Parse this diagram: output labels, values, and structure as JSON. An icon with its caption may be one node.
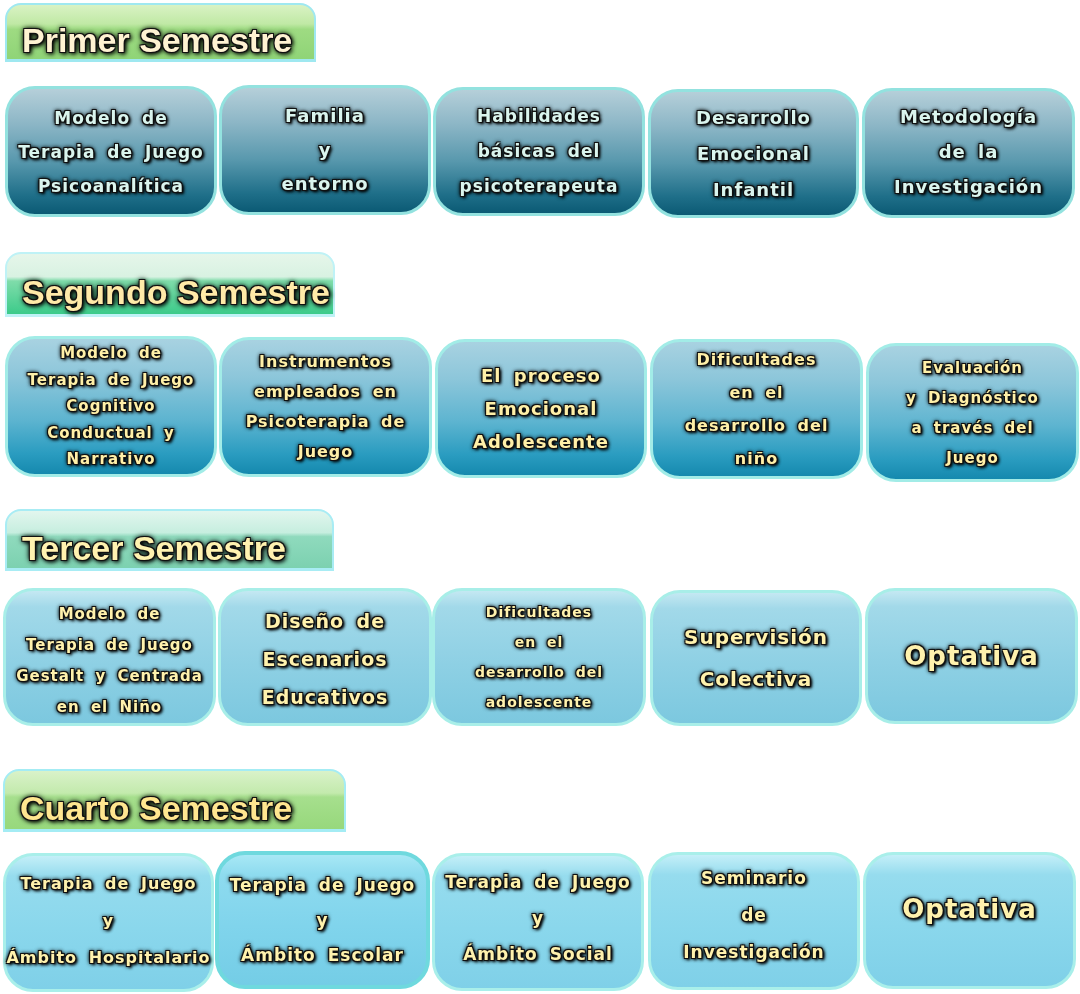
{
  "diagram": {
    "nodes": [
      {
        "text": [
          "Primer Semestre"
        ]
      },
      {
        "text": [
          "Modelo de Terapia de Juego Psicoanalítica"
        ]
      },
      {
        "text": [
          "Familia y entorno"
        ]
      },
      {
        "text": [
          "Habilidades básicas del psicoterapeuta"
        ]
      },
      {
        "text": [
          "Desarrollo Emocional Infantil"
        ]
      },
      {
        "text": [
          "Metodología de la Investigación"
        ]
      },
      {
        "text": [
          "Segundo Semestre"
        ]
      },
      {
        "text": [
          "Modelo de Terapia de Juego Cognitivo Conductual y Narrativo"
        ]
      },
      {
        "text": [
          "Instrumentos empleados en Psicoterapia de Juego"
        ]
      },
      {
        "text": [
          "El proceso Emocional Adolescente"
        ]
      },
      {
        "text": [
          "Dificultades en el desarrollo del niño"
        ]
      },
      {
        "text": [
          "Evaluación y Diagnóstico a través del Juego"
        ]
      },
      {
        "text": [
          "Tercer Semestre"
        ]
      },
      {
        "text": [
          "Modelo de Terapia de Juego Gestalt y Centrada en el Niño"
        ]
      },
      {
        "text": [
          "Diseño de Escenarios Educativos"
        ]
      },
      {
        "text": [
          "Dificultades en el desarrollo del adolescente"
        ]
      },
      {
        "text": [
          "Supervisión Colectiva"
        ]
      },
      {
        "text": [
          "Optativa"
        ]
      },
      {
        "text": [
          "Cuarto Semestre"
        ]
      },
      {
        "text": [
          "Terapia de Juego y Ámbito Hospitalario"
        ]
      },
      {
        "text": [
          "Terapia de Juego y Ámbito Escolar"
        ]
      },
      {
        "text": [
          "Terapia de Juego y Ámbito Social"
        ]
      },
      {
        "text": [
          "Seminario de Investigación"
        ]
      },
      {
        "text": [
          "Optativa"
        ]
      }
    ]
  }
}
